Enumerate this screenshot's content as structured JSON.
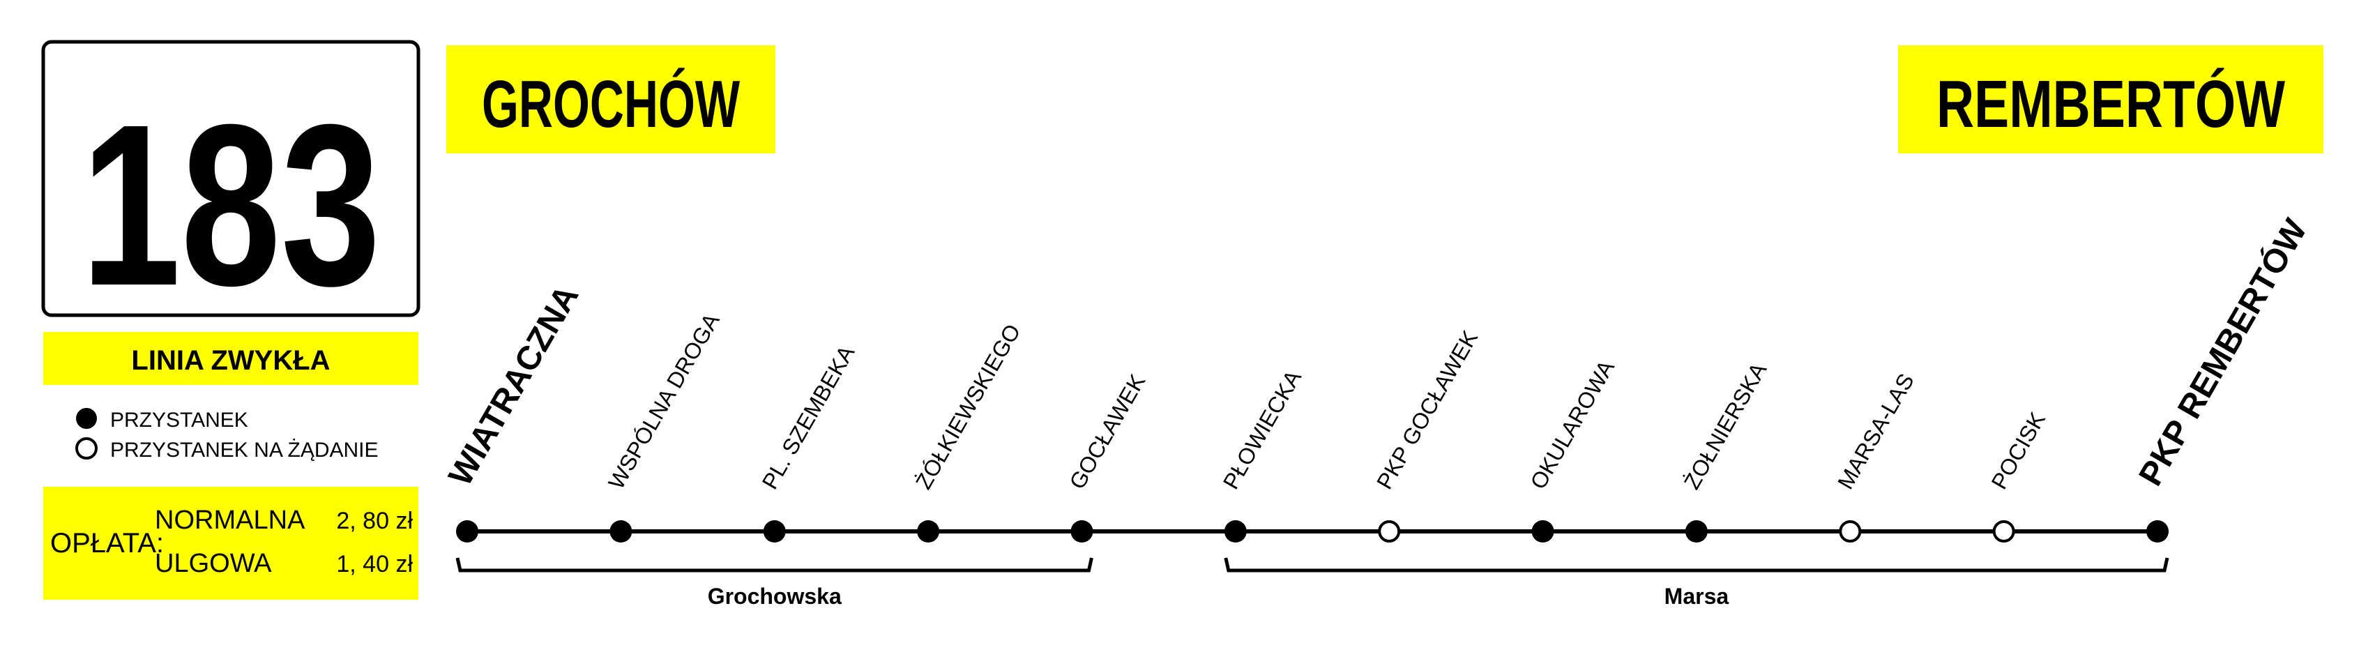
{
  "line": {
    "number": "183",
    "type_label": "LINIA ZWYKŁA"
  },
  "termini": {
    "start": "GROCHÓW",
    "end": "REMBERTÓW"
  },
  "legend": {
    "regular_stop": "PRZYSTANEK",
    "request_stop": "PRZYSTANEK NA ŻĄDANIE"
  },
  "fare": {
    "label": "OPŁATA:",
    "rows": [
      {
        "name": "NORMALNA",
        "price": "2, 80 zł"
      },
      {
        "name": "ULGOWA",
        "price": "1, 40 zł"
      }
    ]
  },
  "stops": [
    {
      "name": "WIATRACZNA",
      "request": false,
      "terminus": true
    },
    {
      "name": "WSPÓLNA DROGA",
      "request": false,
      "terminus": false
    },
    {
      "name": "PL. SZEMBEKA",
      "request": false,
      "terminus": false
    },
    {
      "name": "ŻÓŁKIEWSKIEGO",
      "request": false,
      "terminus": false
    },
    {
      "name": "GOCŁAWEK",
      "request": false,
      "terminus": false
    },
    {
      "name": "PŁOWIECKA",
      "request": false,
      "terminus": false
    },
    {
      "name": "PKP GOCŁAWEK",
      "request": true,
      "terminus": false
    },
    {
      "name": "OKULAROWA",
      "request": false,
      "terminus": false
    },
    {
      "name": "ŻOŁNIERSKA",
      "request": false,
      "terminus": false
    },
    {
      "name": "MARSA-LAS",
      "request": true,
      "terminus": false
    },
    {
      "name": "POCISK",
      "request": true,
      "terminus": false
    },
    {
      "name": "PKP REMBERTÓW",
      "request": false,
      "terminus": true
    }
  ],
  "streets": [
    {
      "name": "Grochowska",
      "from_stop": 0,
      "to_stop": 4
    },
    {
      "name": "Marsa",
      "from_stop": 5,
      "to_stop": 11
    }
  ],
  "colors": {
    "highlight": "#FFFF00",
    "ink": "#000000",
    "paper": "#FFFFFF"
  }
}
